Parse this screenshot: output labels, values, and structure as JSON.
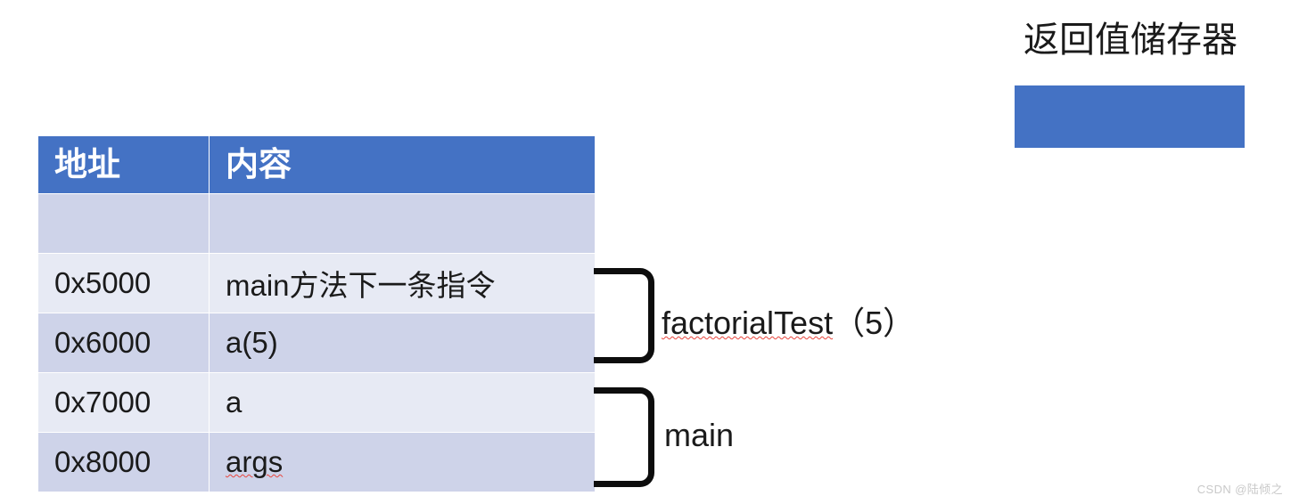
{
  "table": {
    "headers": [
      "地址",
      "内容"
    ],
    "rows": [
      {
        "address": "",
        "content": "",
        "shade": "dark",
        "kind": "spacer"
      },
      {
        "address": "0x5000",
        "content": "main方法下一条指令",
        "shade": "light",
        "kind": "data",
        "misspelled": false
      },
      {
        "address": "0x6000",
        "content": "a(5)",
        "shade": "dark",
        "kind": "data",
        "misspelled": false
      },
      {
        "address": "0x7000",
        "content": "a",
        "shade": "light",
        "kind": "data",
        "misspelled": false
      },
      {
        "address": "0x8000",
        "content": "args",
        "shade": "dark",
        "kind": "data",
        "misspelled": true
      }
    ]
  },
  "brackets": [
    {
      "name": "factorial-frame",
      "label": "factorialTest（5）",
      "label_misspelled_part": "factorialTest",
      "label_rest": "（5）"
    },
    {
      "name": "main-frame",
      "label": "main",
      "label_misspelled_part": "",
      "label_rest": "main"
    }
  ],
  "return_register": {
    "title": "返回值储存器",
    "box_value": "",
    "box_color": "#4472C4"
  },
  "colors": {
    "header_blue": "#4472C4",
    "row_dark": "#CED3E9",
    "row_light": "#E7EAF4",
    "text": "#1a1a1a",
    "spellcheck_red": "#e8453c",
    "watermark": "#c9c9c9"
  },
  "watermark": "CSDN @陆倾之"
}
